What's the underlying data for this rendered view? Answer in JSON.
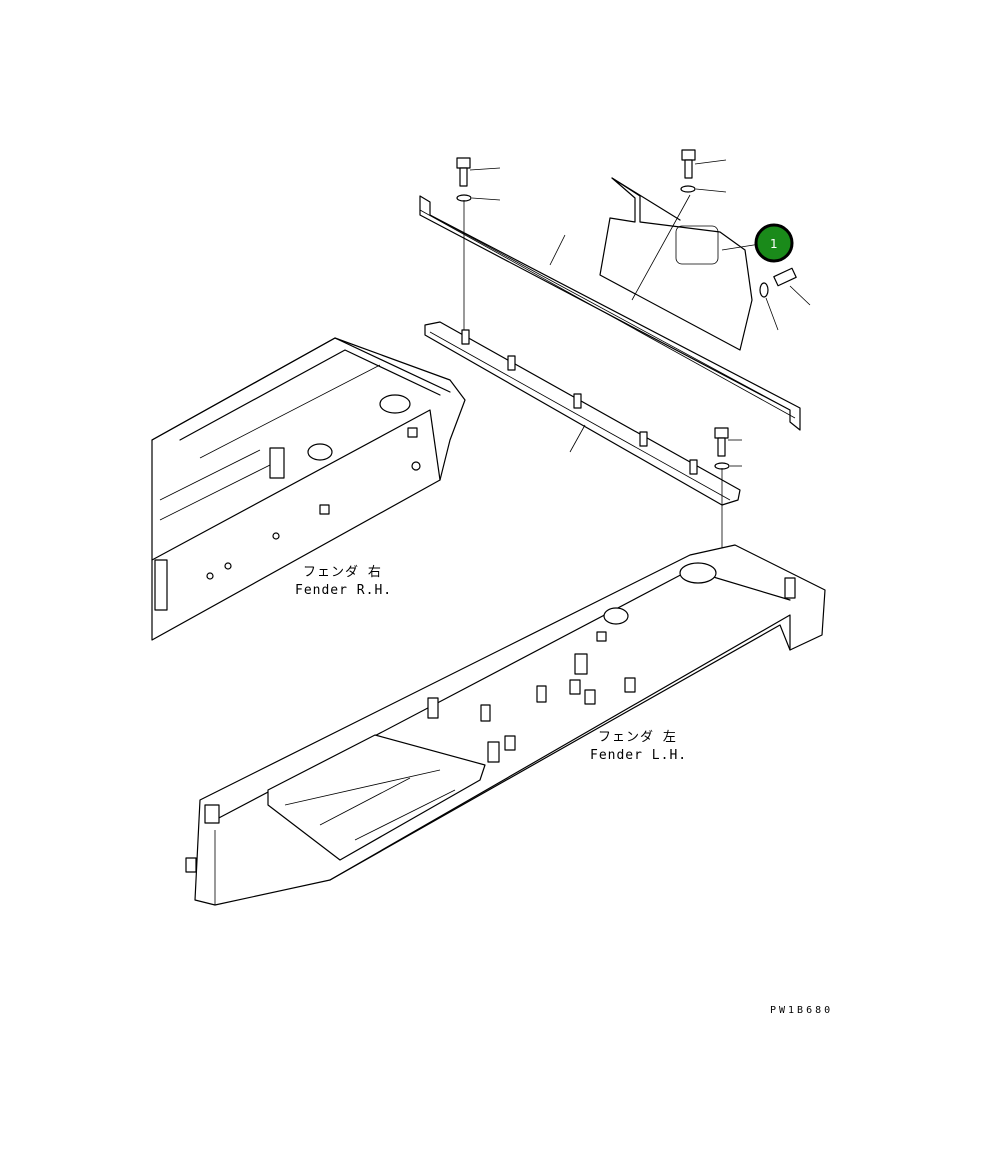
{
  "callout": {
    "number": "1",
    "color": "#1a8a1a"
  },
  "labels": {
    "fender_rh_jp": "フェンダ 右",
    "fender_rh_en": "Fender R.H.",
    "fender_lh_jp": "フェンダ 左",
    "fender_lh_en": "Fender L.H."
  },
  "drawing_code": "PW1B680"
}
